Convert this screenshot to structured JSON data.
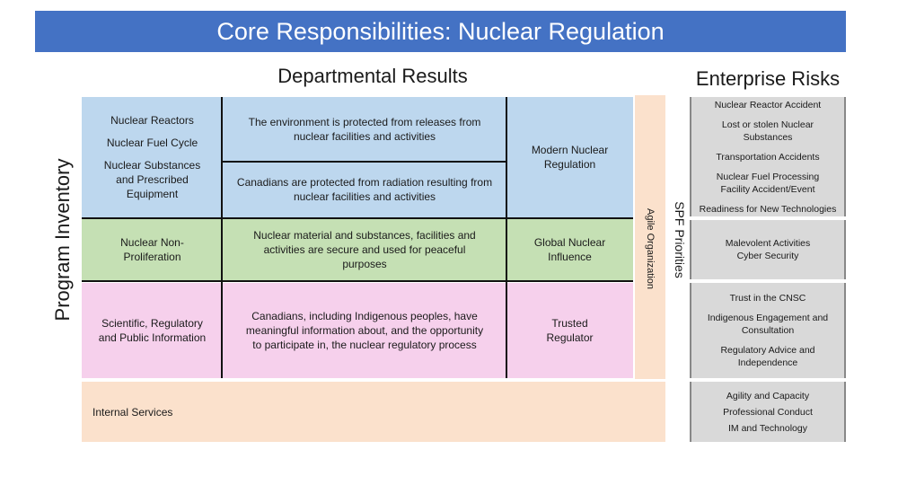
{
  "title": "Core Responsibilities: Nuclear Regulation",
  "headings": {
    "departmental_results": "Departmental Results",
    "enterprise_risks": "Enterprise Risks",
    "program_inventory": "Program Inventory",
    "agile_organization": "Agile Organization",
    "spf_priorities": "SPF Priorities"
  },
  "programs": {
    "reactors": "Nuclear Reactors",
    "fuel_cycle": "Nuclear Fuel Cycle",
    "substances": "Nuclear Substances and Prescribed Equipment",
    "non_proliferation": "Nuclear Non-Proliferation",
    "scientific": "Scientific, Regulatory and Public Information",
    "internal": "Internal Services"
  },
  "results": {
    "environment": "The environment is protected from releases from nuclear facilities and activities",
    "canadians_radiation": "Canadians are protected from radiation resulting from nuclear facilities and activities",
    "secure": "Nuclear material and substances, facilities and activities are secure and used for peaceful purposes",
    "indigenous": "Canadians, including Indigenous peoples, have meaningful information about, and the opportunity to participate in, the nuclear regulatory process"
  },
  "outcomes": {
    "modern": "Modern Nuclear Regulation",
    "global": "Global Nuclear Influence",
    "trusted": "Trusted Regulator"
  },
  "risks": {
    "group1": [
      "Nuclear Reactor Accident",
      "Lost or stolen Nuclear Substances",
      "Transportation Accidents",
      "Nuclear Fuel Processing Facility Accident/Event",
      "Readiness for New Technologies"
    ],
    "group2": [
      "Malevolent Activities",
      "Cyber Security"
    ],
    "group3": [
      "Trust in the CNSC",
      "Indigenous Engagement and Consultation",
      "Regulatory Advice and Independence"
    ],
    "group4": [
      "Agility and Capacity",
      "Professional Conduct",
      "IM and Technology"
    ]
  },
  "colors": {
    "title_bar": "#4472c4",
    "blue_row": "#bdd7ee",
    "green_row": "#c5e0b4",
    "pink_row": "#f6d0ec",
    "peach": "#fbe1cc",
    "grey": "#d9d9d9"
  }
}
